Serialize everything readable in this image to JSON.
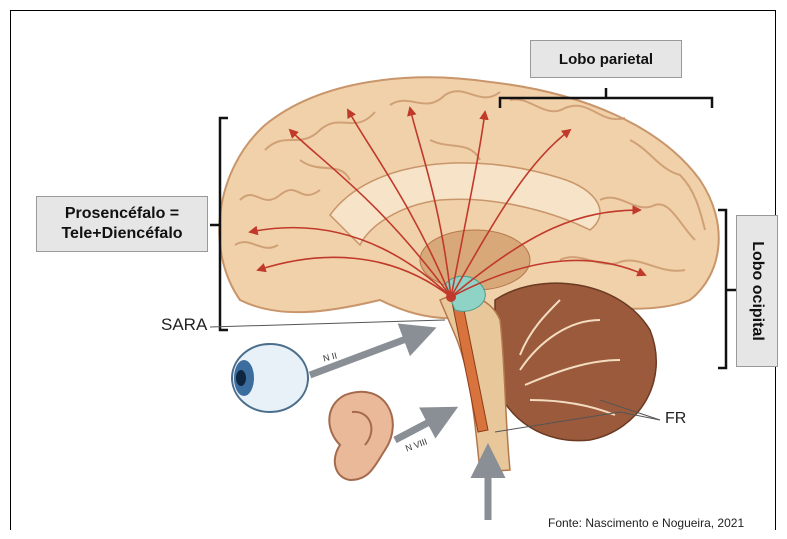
{
  "labels": {
    "parietal": "Lobo parietal",
    "occipital": "Lobo ocipital",
    "prosencephalon_line1": "Prosencéfalo =",
    "prosencephalon_line2": "Tele+Diencéfalo",
    "sara": "SARA",
    "fr": "FR",
    "optic_nerve": "N II",
    "vestibulocochlear_nerve": "N VIII"
  },
  "source": "Fonte: Nascimento e Nogueira, 2021",
  "colors": {
    "cortex": "#f1d1a9",
    "cortex_dark": "#c9956a",
    "cerebellum": "#9a5a3b",
    "brainstem": "#e8c89a",
    "arrow_red": "#c0392b",
    "thalamus_teal": "#8fd3c6",
    "eye_blue": "#7fb3d8",
    "label_bg": "#e6e6e6"
  }
}
